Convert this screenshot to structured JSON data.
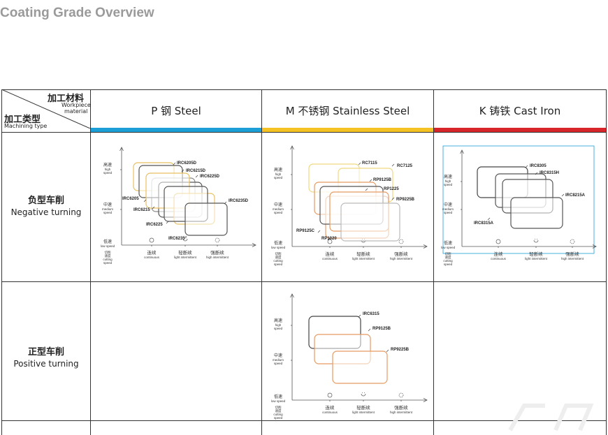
{
  "page_title": "Coating Grade Overview",
  "corner": {
    "zh_material": "加工材料",
    "en_material_1": "Workpiece",
    "en_material_2": "material",
    "zh_type": "加工类型",
    "en_type": "Machining type"
  },
  "columns": [
    {
      "label": "P 钢  Steel",
      "color": "#1c9fd6"
    },
    {
      "label": "M 不锈钢  Stainless Steel",
      "color": "#f4c323"
    },
    {
      "label": "K 铸铁  Cast Iron",
      "color": "#d8252a"
    }
  ],
  "rows": [
    {
      "zh": "负型车削",
      "en": "Negative turning"
    },
    {
      "zh": "正型车削",
      "en": "Positive turning"
    }
  ],
  "axis": {
    "high_zh": "高速",
    "high_en1": "high",
    "high_en2": "speed",
    "med_zh": "中速",
    "med_en1": "medium",
    "med_en2": "speed",
    "low_zh": "低速",
    "low_en": "low speed",
    "cut_zh1": "切削",
    "cut_zh2": "速度",
    "cut_en1": "cutting",
    "cut_en2": "speed",
    "cont_zh": "连续",
    "cont_en": "continuous",
    "light_zh": "轻断续",
    "light_en": "light intermittent",
    "heavy_zh": "强断续",
    "heavy_en": "high intermittent"
  },
  "panels": {
    "p_negative": {
      "grades": [
        {
          "label": "IRC6205D",
          "color": "#e8c060"
        },
        {
          "label": "IRC6215D",
          "color": "#555"
        },
        {
          "label": "IRC6225D",
          "color": "#e8c060"
        },
        {
          "label": "IRC6205",
          "color": "#888"
        },
        {
          "label": "IRC6215",
          "color": "#555"
        },
        {
          "label": "IRC6235D",
          "color": "#555"
        },
        {
          "label": "IRC6225",
          "color": "#e8c060"
        },
        {
          "label": "IRC6235",
          "color": "#555"
        }
      ]
    },
    "m_negative": {
      "grades": [
        {
          "label": "RC7115",
          "color": "#f0d880"
        },
        {
          "label": "RC7125",
          "color": "#f0d880"
        },
        {
          "label": "RP9125B",
          "color": "#e89a60"
        },
        {
          "label": "RP1225",
          "color": "#555"
        },
        {
          "label": "RP9225B",
          "color": "#e89a60"
        },
        {
          "label": "RP9125C",
          "color": "#e8a070"
        },
        {
          "label": "RP1020",
          "color": "#bbb"
        }
      ]
    },
    "k_negative": {
      "grades": [
        {
          "label": "IRC8305",
          "color": "#444"
        },
        {
          "label": "IRC8315H",
          "color": "#555"
        },
        {
          "label": "IRC8215A",
          "color": "#555"
        },
        {
          "label": "IRC8315A",
          "color": "#555"
        }
      ]
    },
    "m_positive": {
      "grades": [
        {
          "label": "IRC6315",
          "color": "#444"
        },
        {
          "label": "RP9125B",
          "color": "#e89a60"
        },
        {
          "label": "RP9225B",
          "color": "#e89a60"
        }
      ]
    }
  }
}
